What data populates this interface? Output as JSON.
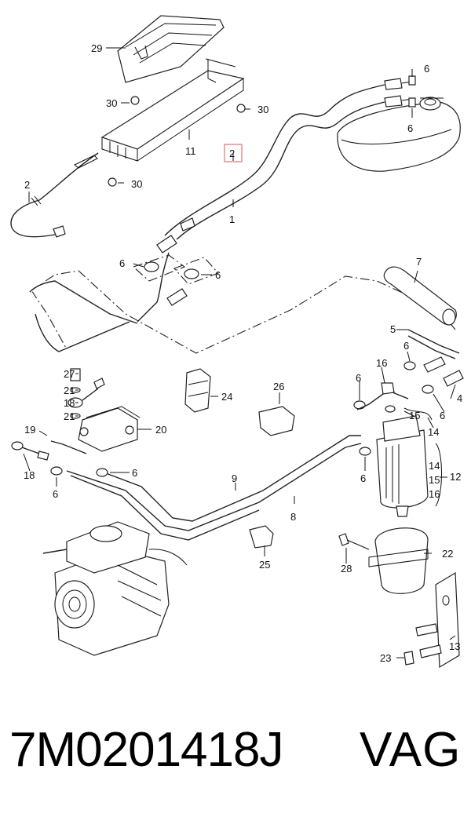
{
  "diagram": {
    "callouts": [
      "29",
      "30",
      "30",
      "11",
      "30",
      "2",
      "2",
      "1",
      "6",
      "6",
      "6",
      "6",
      "7",
      "5",
      "6",
      "4",
      "16",
      "6",
      "15",
      "14",
      "6",
      "27",
      "21",
      "18",
      "21",
      "24",
      "26",
      "20",
      "19",
      "18",
      "6",
      "6",
      "9",
      "8",
      "12",
      "14",
      "15",
      "16",
      "25",
      "28",
      "22",
      "13",
      "23",
      "6"
    ],
    "highlighted_callout": "2",
    "highlight_color": "#e0707a"
  },
  "footer": {
    "part_number": "7M0201418J",
    "brand": "VAG"
  }
}
